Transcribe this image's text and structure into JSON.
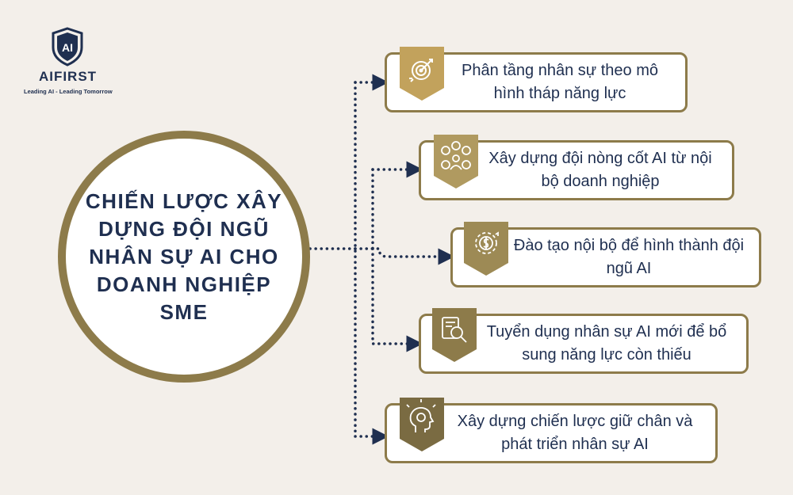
{
  "brand": {
    "monogram": "AI",
    "name": "AIFIRST",
    "tagline": "Leading AI - Leading Tomorrow"
  },
  "hub": {
    "title": "CHIẾN LƯỢC XÂY DỰNG ĐỘI NGŨ NHÂN SỰ AI CHO DOANH NGHIỆP SME"
  },
  "colors": {
    "background": "#f3efea",
    "gold_dark": "#8d7b4a",
    "gold_light": "#c2a25c",
    "navy": "#1f2f50"
  },
  "items": [
    {
      "text": "Phân tầng nhân sự theo mô hình tháp năng lực",
      "icon": "target-icon",
      "badge_color": "#c2a25c"
    },
    {
      "text": "Xây dựng đội nòng cốt AI từ nội bộ doanh nghiệp",
      "icon": "team-icon",
      "badge_color": "#b09a60"
    },
    {
      "text": "Đào tạo nội bộ để hình thành đội ngũ AI",
      "icon": "training-cost-icon",
      "badge_color": "#9d8a55"
    },
    {
      "text": "Tuyển dụng nhân sự AI mới để bổ sung năng lực còn thiếu",
      "icon": "recruit-search-icon",
      "badge_color": "#8d7b4a"
    },
    {
      "text": "Xây dựng chiến lược giữ chân và phát triển nhân sự AI",
      "icon": "growth-idea-icon",
      "badge_color": "#7a6b42"
    }
  ]
}
